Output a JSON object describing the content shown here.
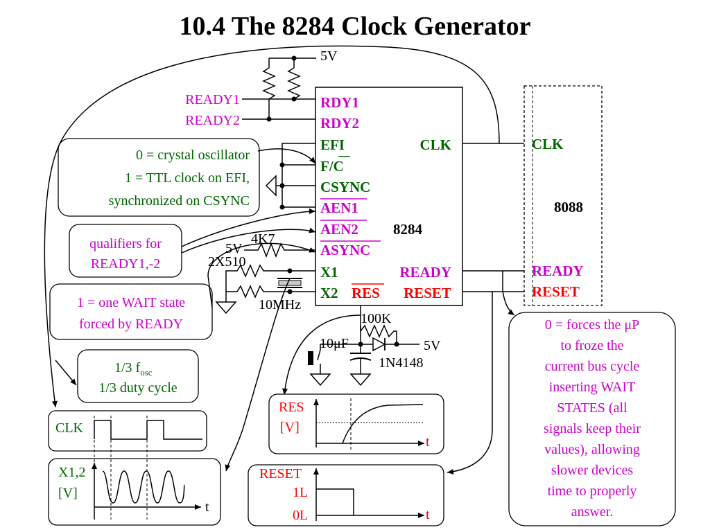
{
  "title": "10.4 The 8284 Clock Generator",
  "chip_8284": {
    "name": "8284",
    "pins_left": [
      "RDY1",
      "RDY2",
      "EFI",
      "F/C",
      "CSYNC",
      "AEN1",
      "AEN2",
      "ASYNC",
      "X1",
      "X2"
    ],
    "pins_right": [
      "CLK",
      "READY",
      "RESET"
    ],
    "res_pin": "RES"
  },
  "chip_8088": {
    "name": "8088",
    "pins": [
      "CLK",
      "READY",
      "RESET"
    ]
  },
  "inputs": {
    "ready1": "READY1",
    "ready2": "READY2",
    "vcc_top": "5V"
  },
  "components": {
    "r_4k7": "4K7",
    "vcc_4k7": "5V",
    "r_2x510": "2X510",
    "crystal": "10MHz",
    "r_100k": "100K",
    "cap": "10μF",
    "vcc_diode": "5V",
    "diode": "1N4148"
  },
  "notes": {
    "fc": [
      "0 = crystal oscillator",
      "1 = TTL clock on EFI,",
      "synchronized on CSYNC"
    ],
    "qualifiers": [
      "qualifiers for",
      "READY1,-2"
    ],
    "wait": [
      "1 = one WAIT state",
      "forced by READY"
    ],
    "duty_line1_main": "1/3 f",
    "duty_line1_sub": "osc",
    "duty_line2": "1/3 duty cycle",
    "ready_desc": [
      "0 = forces the μP",
      "to froze the",
      "current bus cycle",
      "inserting WAIT",
      "STATES (all",
      "signals keep their",
      "values), allowing",
      "slower devices",
      "time to properly",
      "answer."
    ]
  },
  "waveforms": {
    "clk_label": "CLK",
    "x12_label": "X1,2",
    "x12_unit": "[V]",
    "x12_t": "t",
    "res_label": "RES",
    "res_unit": "[V]",
    "res_t": "t",
    "reset_label": "RESET",
    "reset_hi": "1L",
    "reset_lo": "0L",
    "reset_t": "t"
  }
}
